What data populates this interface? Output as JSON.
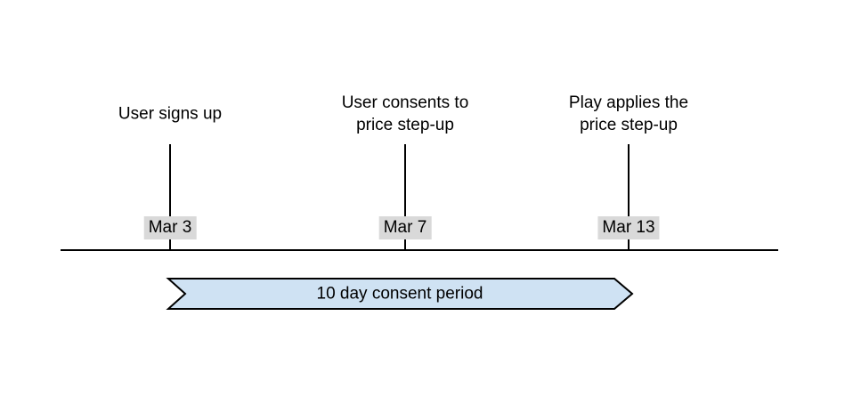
{
  "timeline": {
    "events": [
      {
        "title": "User signs up",
        "date": "Mar 3"
      },
      {
        "title": "User consents to\nprice step-up",
        "date": "Mar 7"
      },
      {
        "title": "Play applies the\nprice step-up",
        "date": "Mar 13"
      }
    ],
    "period": {
      "label": "10 day consent period"
    },
    "colors": {
      "line": "#000000",
      "date_label_background": "#d9d9d9",
      "period_fill": "#cfe2f3",
      "period_border": "#000000"
    }
  }
}
